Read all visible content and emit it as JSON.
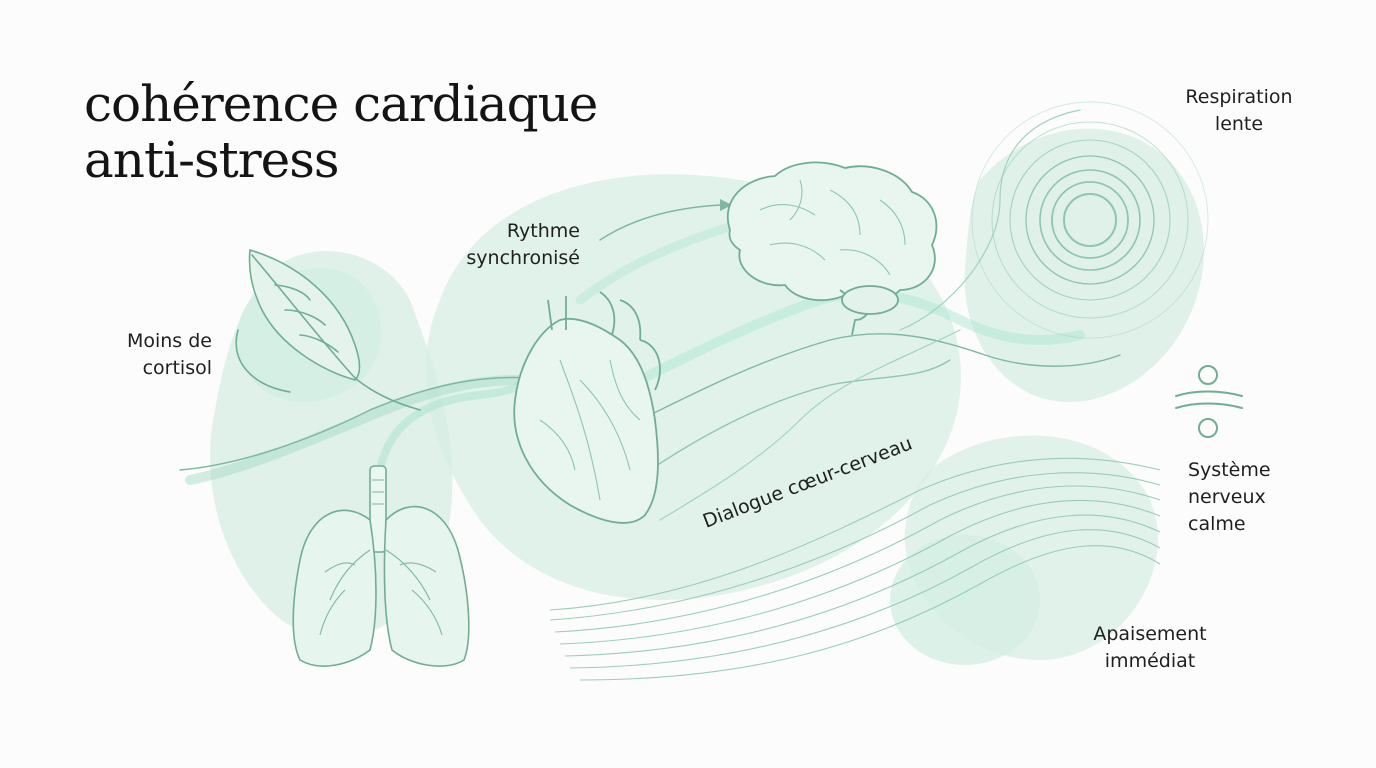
{
  "title": {
    "line1": "cohérence cardiaque",
    "line2": "anti-stress"
  },
  "labels": {
    "respiration": {
      "line1": "Respiration",
      "line2": "lente"
    },
    "rythme": {
      "line1": "Rythme",
      "line2": "synchronisé"
    },
    "cortisol": {
      "line1": "Moins de",
      "line2": "cortisol"
    },
    "dialogue": "Dialogue cœur-cerveau",
    "systeme": {
      "line1": "Système",
      "line2": "nerveux",
      "line3": "calme"
    },
    "apaisement": {
      "line1": "Apaisement",
      "line2": "immédiat"
    }
  },
  "icons": {
    "leaf": "leaf-icon",
    "lungs": "lungs-icon",
    "heart": "heart-icon",
    "brain": "brain-icon",
    "breath": "breath-circles-icon",
    "balance": "balance-icon"
  },
  "colors": {
    "mint_fill": "#d3ede2",
    "line": "#7fb8a0",
    "glow": "#9fe3cc",
    "text": "#1f1f1f"
  }
}
